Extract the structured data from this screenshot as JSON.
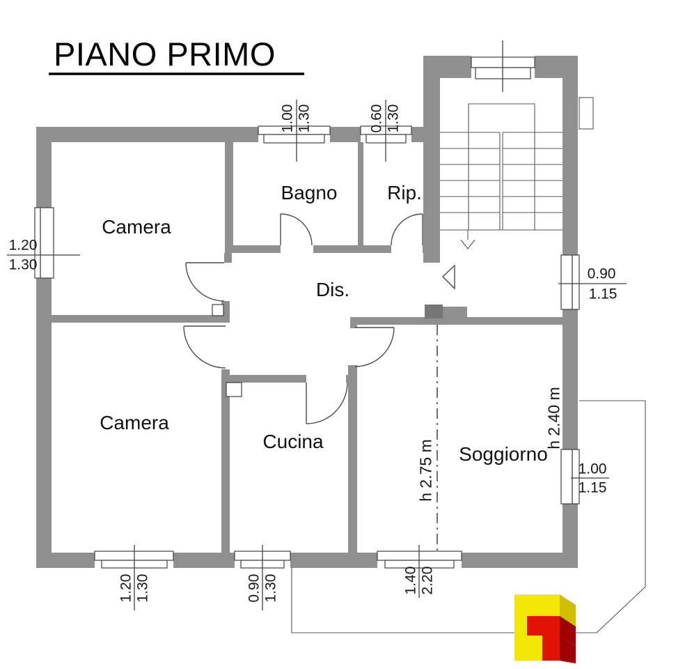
{
  "title": "PIANO PRIMO",
  "rooms": {
    "camera1": "Camera",
    "bagno": "Bagno",
    "rip": "Rip.",
    "dis": "Dis.",
    "camera2": "Camera",
    "cucina": "Cucina",
    "soggiorno": "Soggiorno"
  },
  "heights": {
    "zone_left": "h 2.75 m",
    "zone_right": "h 2.40 m"
  },
  "dimensions": {
    "top_bagno_window": {
      "num": "1.00",
      "den": "1.30"
    },
    "top_rip_window": {
      "num": "0.60",
      "den": "1.30"
    },
    "left_camera_window": {
      "num": "1.20",
      "den": "1.30"
    },
    "right_landing_window": {
      "num": "0.90",
      "den": "1.15"
    },
    "right_soggiorno_window": {
      "num": "1.00",
      "den": "1.15"
    },
    "bottom_camera_window": {
      "num": "1.20",
      "den": "1.30"
    },
    "bottom_cucina_window": {
      "num": "0.90",
      "den": "1.30"
    },
    "bottom_soggiorno_door": {
      "num": "1.40",
      "den": "2.20"
    }
  },
  "colors": {
    "wall": "#8f8f8f",
    "wall_dark": "#767676",
    "line": "#3f3f3f",
    "logo_yellow": "#f3e600",
    "logo_yellow_dark": "#d0bd00",
    "logo_red": "#e31207",
    "logo_red_dark": "#9e0000"
  }
}
